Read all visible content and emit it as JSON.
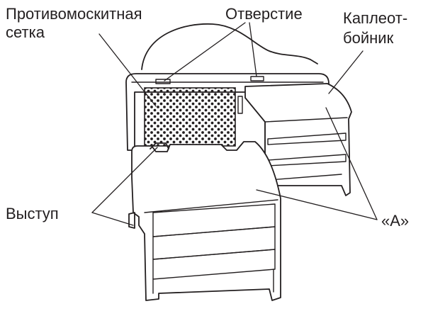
{
  "labels": {
    "mosquito_net_line1": "Противомоскитная",
    "mosquito_net_line2": "сетка",
    "opening": "Отверстие",
    "drip_guard_line1": "Каплеот-",
    "drip_guard_line2": "бойник",
    "protrusion": "Выступ",
    "part_a": "«А»"
  },
  "colors": {
    "ink": "#231f20",
    "background": "#ffffff"
  }
}
